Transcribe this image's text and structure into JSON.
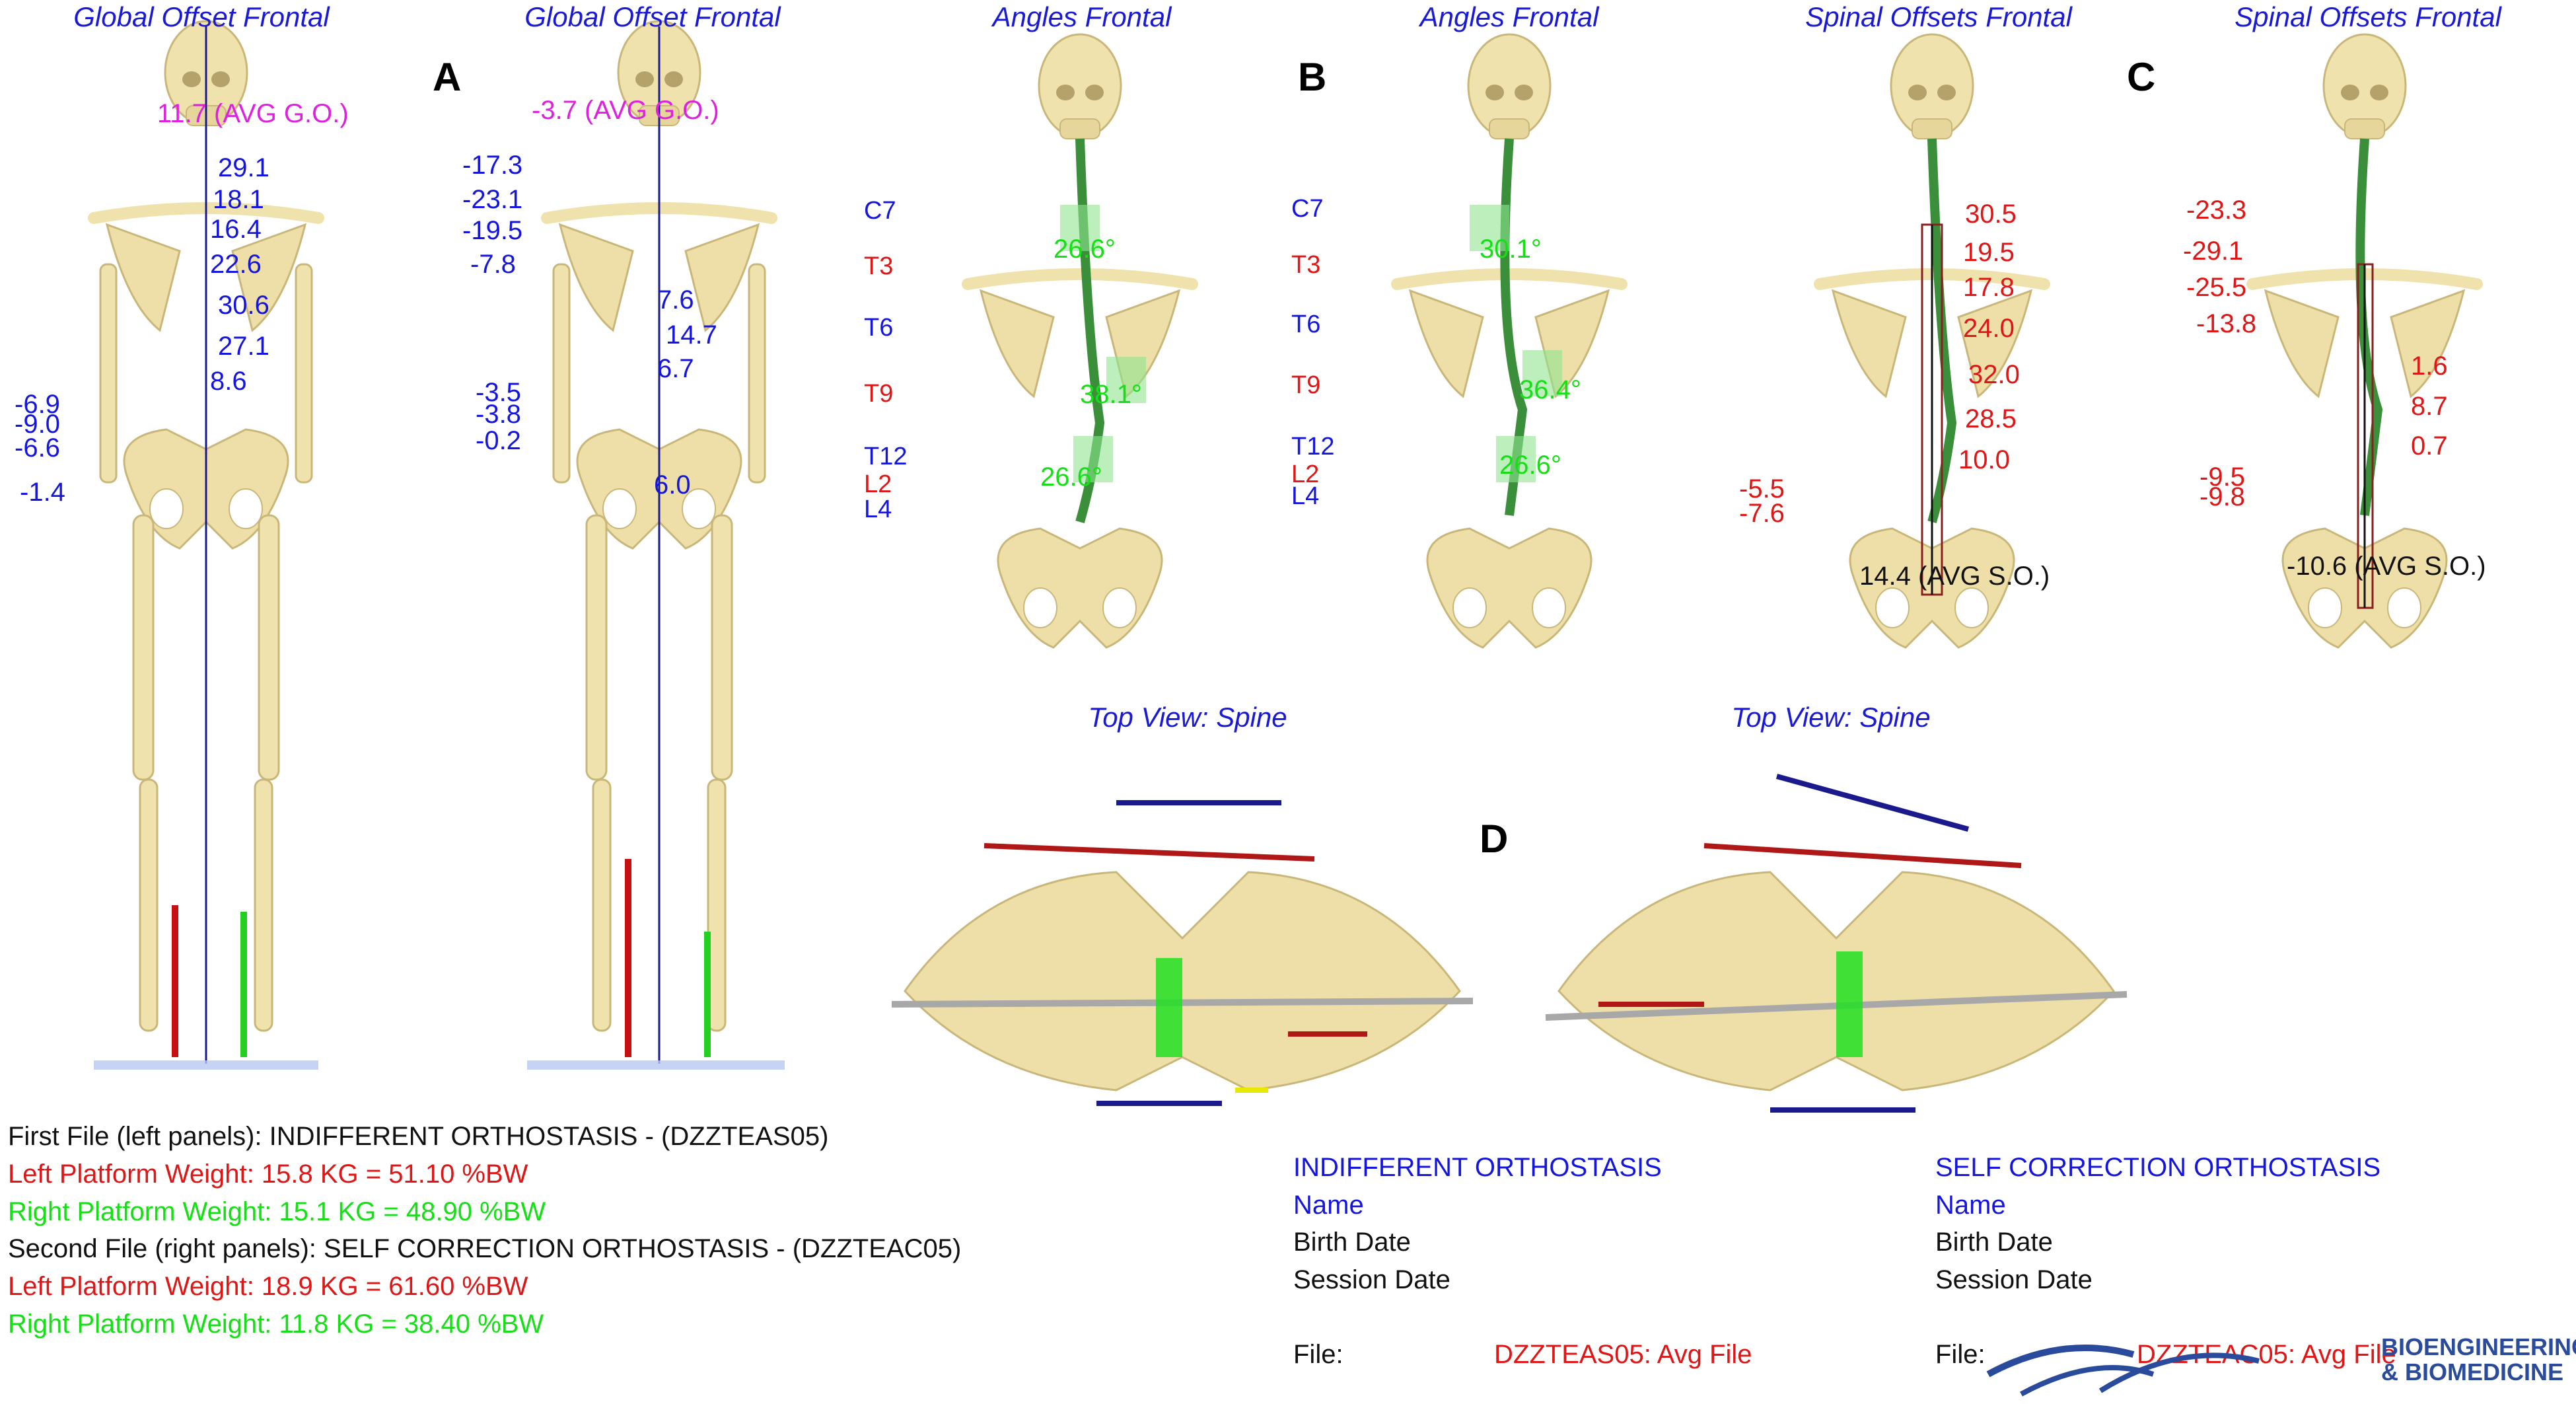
{
  "panels": {
    "global_offset_left": {
      "title": "Global Offset Frontal",
      "avg_label": "11.7 (AVG G.O.)",
      "offsets": [
        "29.1",
        "18.1",
        "16.4",
        "22.6",
        "30.6",
        "27.1",
        "8.6"
      ],
      "side_values": [
        "-6.9",
        "-9.0",
        "-6.6",
        "-1.4"
      ]
    },
    "global_offset_right": {
      "title": "Global Offset Frontal",
      "avg_label": "-3.7 (AVG G.O.)",
      "left_values": [
        "-17.3",
        "-23.1",
        "-19.5",
        "-7.8"
      ],
      "offsets": [
        "7.6",
        "14.7",
        "6.7"
      ],
      "lower_left_values": [
        "-3.5",
        "-3.8",
        "-0.2"
      ],
      "pelvis_value": "6.0"
    },
    "angles_left": {
      "title": "Angles Frontal",
      "vertebrae": [
        "C7",
        "T3",
        "T6",
        "T9",
        "T12",
        "L2",
        "L4"
      ],
      "angles": [
        "26.6°",
        "38.1°",
        "26.6°"
      ]
    },
    "angles_right": {
      "title": "Angles Frontal",
      "vertebrae": [
        "C7",
        "T3",
        "T6",
        "T9",
        "T12",
        "L2",
        "L4"
      ],
      "angles": [
        "30.1°",
        "36.4°",
        "26.6°"
      ]
    },
    "spinal_left": {
      "title": "Spinal Offsets Frontal",
      "offsets": [
        "30.5",
        "19.5",
        "17.8",
        "24.0",
        "32.0",
        "28.5",
        "10.0"
      ],
      "lower_values": [
        "-5.5",
        "-7.6"
      ],
      "avg_label": "14.4 (AVG S.O.)"
    },
    "spinal_right": {
      "title": "Spinal Offsets Frontal",
      "left_values": [
        "-23.3",
        "-29.1",
        "-25.5",
        "-13.8"
      ],
      "offsets": [
        "1.6",
        "8.7",
        "0.7"
      ],
      "lower_values": [
        "-9.5",
        "-9.8"
      ],
      "avg_label": "-10.6 (AVG S.O.)"
    },
    "top_view_left": {
      "title": "Top View: Spine"
    },
    "top_view_right": {
      "title": "Top View: Spine"
    }
  },
  "panel_labels": {
    "a": "A",
    "b": "B",
    "c": "C",
    "d": "D"
  },
  "file_info": {
    "first_file": "First File (left panels): INDIFFERENT ORTHOSTASIS - (DZZTEAS05)",
    "first_left_weight": "Left Platform Weight: 15.8 KG = 51.10 %BW",
    "first_right_weight": "Right Platform Weight: 15.1 KG = 48.90 %BW",
    "second_file": "Second File (right panels): SELF CORRECTION ORTHOSTASIS - (DZZTEAC05)",
    "second_left_weight": "Left Platform Weight: 18.9 KG = 61.60 %BW",
    "second_right_weight": "Right Platform Weight: 11.8 KG = 38.40 %BW"
  },
  "session_left": {
    "heading": "INDIFFERENT ORTHOSTASIS",
    "name_label": "Name",
    "birth_label": "Birth Date",
    "session_label": "Session Date",
    "file_label": "File:",
    "file_value": "DZZTEAS05: Avg File"
  },
  "session_right": {
    "heading": "SELF CORRECTION ORTHOSTASIS",
    "name_label": "Name",
    "birth_label": "Birth Date",
    "session_label": "Session Date",
    "file_label": "File:",
    "file_value": "DZZTEAC05: Avg File"
  },
  "logo": {
    "line1": "BIOENGINEERING",
    "line2": "& BIOMEDICINE"
  },
  "colors": {
    "blue": "#1515e0",
    "red": "#e01515",
    "green": "#15e015",
    "magenta": "#e020e0",
    "bone": "#eedfa8"
  }
}
